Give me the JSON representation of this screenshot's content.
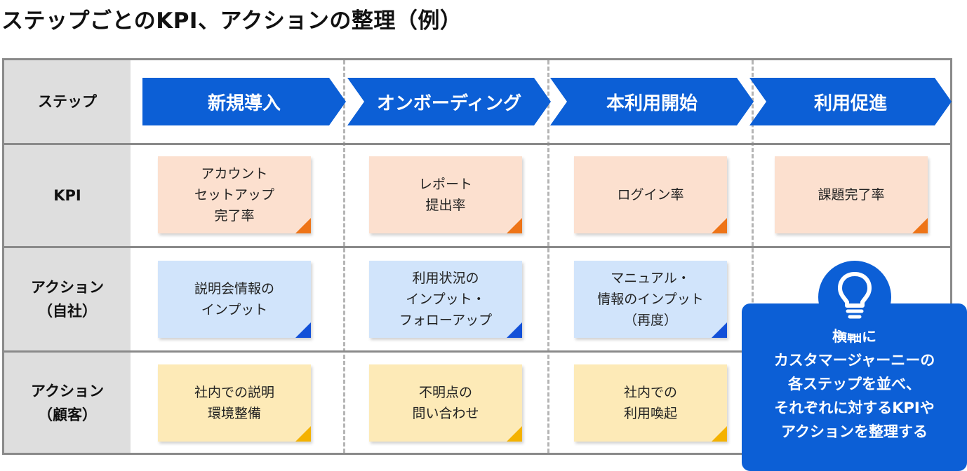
{
  "title": "ステップごとのKPI、アクションの整理（例）",
  "row_labels": {
    "step": [
      "ステップ"
    ],
    "kpi": [
      "KPI"
    ],
    "own": [
      "アクション",
      "（自社）"
    ],
    "customer": [
      "アクション",
      "（顧客）"
    ]
  },
  "steps": [
    "新規導入",
    "オンボーディング",
    "本利用開始",
    "利用促進"
  ],
  "kpi": [
    [
      "アカウント",
      "セットアップ",
      "完了率"
    ],
    [
      "レポート",
      "提出率"
    ],
    [
      "ログイン率"
    ],
    [
      "課題完了率"
    ]
  ],
  "own_actions": [
    [
      "説明会情報の",
      "インプット"
    ],
    [
      "利用状況の",
      "インプット・",
      "フォローアップ"
    ],
    [
      "マニュアル・",
      "情報のインプット",
      "（再度）"
    ]
  ],
  "customer_actions": [
    [
      "社内での説明",
      "環境整備"
    ],
    [
      "不明点の",
      "問い合わせ"
    ],
    [
      "社内での",
      "利用喚起"
    ]
  ],
  "callout": {
    "icon": "lightbulb-icon",
    "lines": [
      "横軸に",
      "カスタマージャーニーの",
      "各ステップを並べ、",
      "それぞれに対するKPIや",
      "アクションを整理する"
    ]
  },
  "colors": {
    "step_blue": "#0c5fd6",
    "kpi_note": "#fce0cf",
    "kpi_corner": "#ee7417",
    "own_note": "#d1e4fb",
    "own_corner": "#1250d8",
    "customer_note": "#fdeab7",
    "customer_corner": "#f4b200",
    "label_column": "#dedede"
  }
}
